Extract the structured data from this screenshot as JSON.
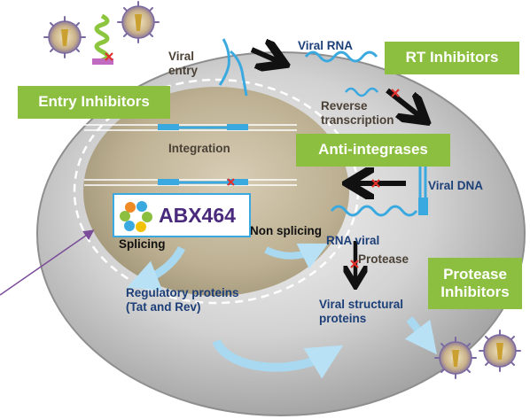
{
  "labels": {
    "viral_entry": "Viral\nentry",
    "viral_rna": "Viral RNA",
    "reverse_transcription": "Reverse\ntranscription",
    "integration": "Integration",
    "viral_dna": "Viral DNA",
    "splicing": "Splicing",
    "non_splicing": "Non splicing",
    "rna_viral": "RNA viral",
    "protease": "Protease",
    "regulatory_proteins": "Regulatory proteins\n(Tat and Rev)",
    "viral_structural_proteins": "Viral structural\nproteins"
  },
  "inhibitors": {
    "entry": "Entry Inhibitors",
    "rt": "RT Inhibitors",
    "anti_integrases": "Anti-integrases",
    "protease": "Protease\nInhibitors"
  },
  "drug": {
    "name": "ABX464"
  },
  "colors": {
    "inhibitor_green": "#8cbf3f",
    "label_blue": "#1d3f78",
    "rna_strand": "#3aa9e0",
    "drug_purple": "#4a2a7d",
    "cell_gray": "#a9a9a9",
    "nucleus_tan": "#b8ab8c",
    "block_red": "#e0312c"
  }
}
